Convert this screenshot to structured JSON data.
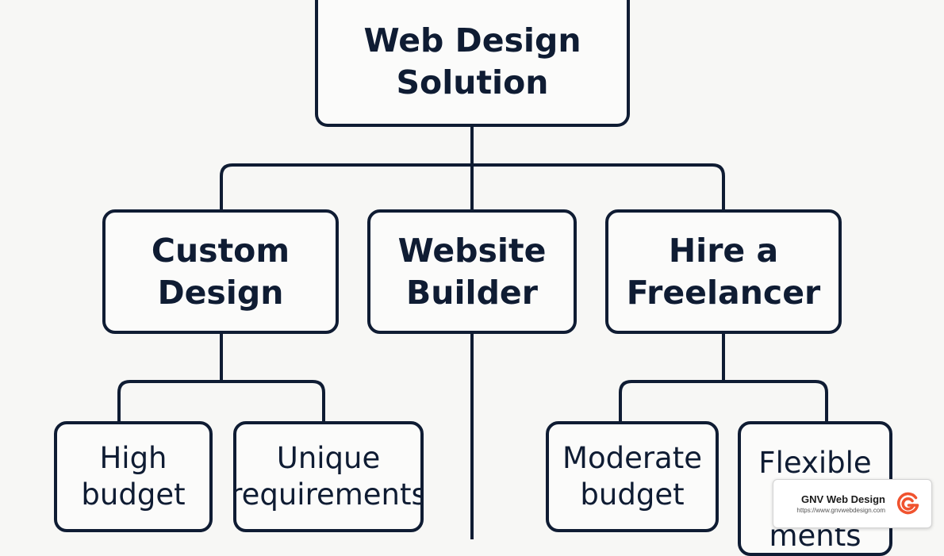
{
  "diagram": {
    "root": {
      "label": "Web Design\nSolution"
    },
    "options": [
      {
        "id": "custom",
        "label": "Custom\nDesign"
      },
      {
        "id": "builder",
        "label": "Website\nBuilder"
      },
      {
        "id": "freelancer",
        "label": "Hire a\nFreelancer"
      }
    ],
    "criteria": [
      {
        "id": "high",
        "label": "High\nbudget"
      },
      {
        "id": "unique",
        "label": "Unique\nrequirements"
      },
      {
        "id": "moderate",
        "label": "Moderate\nbudget"
      },
      {
        "id": "flexible",
        "label": "Flexible\nre\nments"
      }
    ]
  },
  "watermark": {
    "name": "GNV Web Design",
    "url": "https://www.gnvwebdesign.com",
    "logo_icon": "gnv-g-logo-icon",
    "logo_color": "#f0532f"
  },
  "colors": {
    "line": "#0f1c33",
    "background": "#f7f7f5"
  }
}
